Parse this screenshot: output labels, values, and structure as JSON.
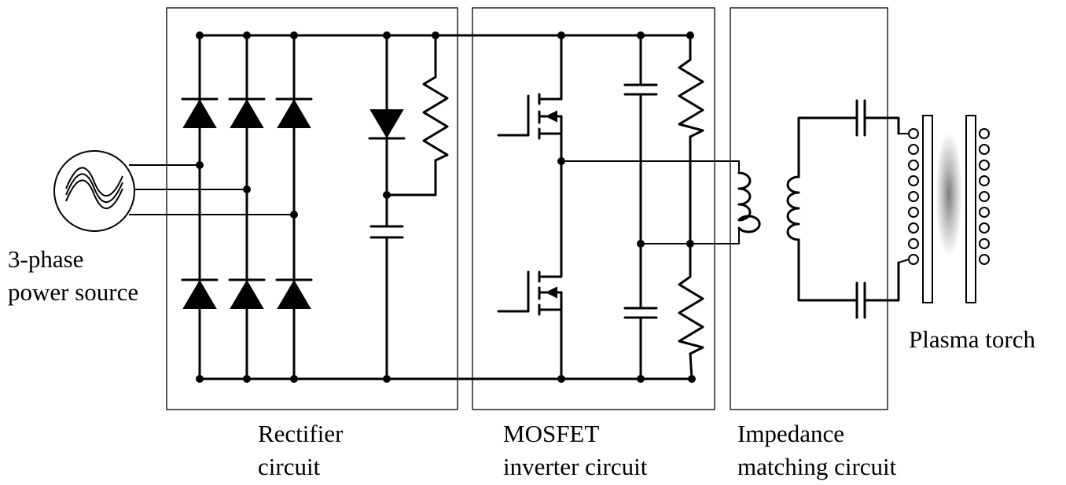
{
  "labels": {
    "source_line1": "3-phase",
    "source_line2": "power source",
    "rectifier_line1": "Rectifier",
    "rectifier_line2": "circuit",
    "inverter_line1": "MOSFET",
    "inverter_line2": "inverter circuit",
    "matching_line1": "Impedance",
    "matching_line2": "matching circuit",
    "torch": "Plasma torch"
  },
  "colors": {
    "line": "#000000",
    "background": "#ffffff",
    "plasma_core": "#8a8a8a",
    "plasma_edge": "#ffffff"
  }
}
